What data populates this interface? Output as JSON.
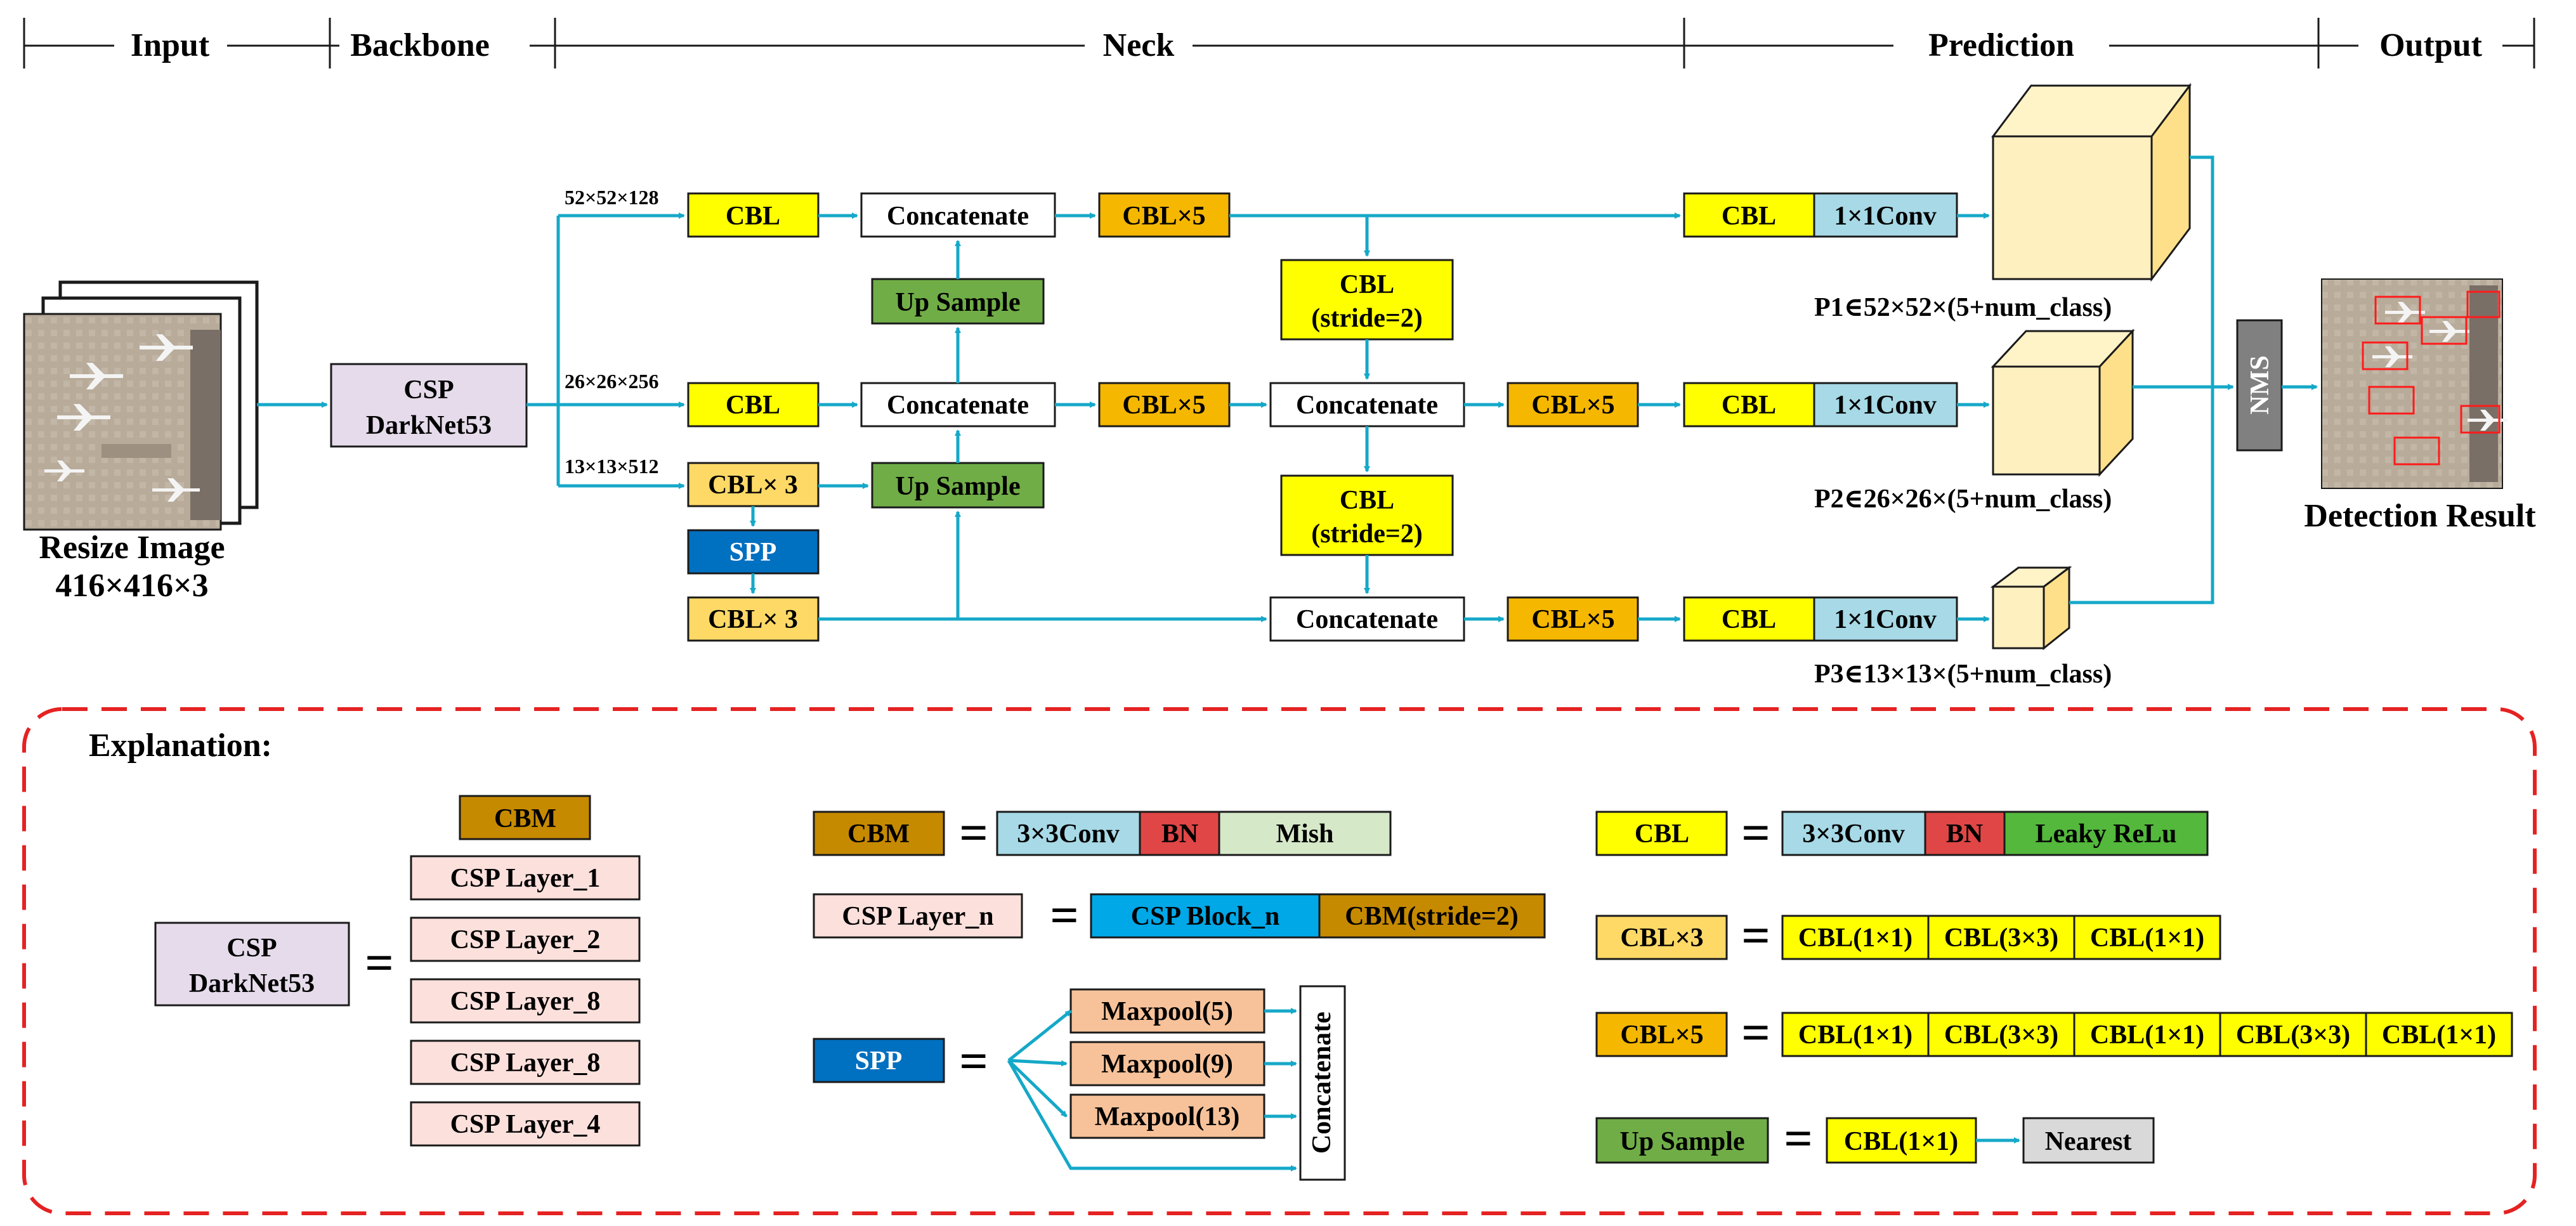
{
  "stages": {
    "input": "Input",
    "backbone": "Backbone",
    "neck": "Neck",
    "prediction": "Prediction",
    "output": "Output"
  },
  "input": {
    "caption_line1": "Resize Image",
    "caption_line2": "416×416×3"
  },
  "backbone": {
    "line1": "CSP",
    "line2": "DarkNet53"
  },
  "feature_dims": {
    "f52": "52×52×128",
    "f26": "26×26×256",
    "f13": "13×13×512"
  },
  "neck": {
    "cbl": "CBL",
    "cbl_x3": "CBL× 3",
    "spp": "SPP",
    "concatenate": "Concatenate",
    "up_sample": "Up Sample",
    "cbl_x5": "CBL×5",
    "cbl_stride_line1": "CBL",
    "cbl_stride_line2": "(stride=2)"
  },
  "prediction": {
    "cbl": "CBL",
    "conv": "1×1Conv",
    "p1": "P1∈52×52×(5+num_class)",
    "p2": "P2∈26×26×(5+num_class)",
    "p3": "P3∈13×13×(5+num_class)"
  },
  "output": {
    "nms": "NMS",
    "result": "Detection Result"
  },
  "explanation": {
    "title": "Explanation:",
    "cbm": "CBM",
    "csp_layers": [
      "CSP Layer_1",
      "CSP Layer_2",
      "CSP Layer_8",
      "CSP Layer_8",
      "CSP Layer_4"
    ],
    "csp_line1": "CSP",
    "csp_line2": "DarkNet53",
    "equals": "=",
    "cbm_def": [
      "3×3Conv",
      "BN",
      "Mish"
    ],
    "csp_layer_n": "CSP Layer_n",
    "csp_layer_def": [
      "CSP Block_n",
      "CBM(stride=2)"
    ],
    "spp": "SPP",
    "maxpools": [
      "Maxpool(5)",
      "Maxpool(9)",
      "Maxpool(13)"
    ],
    "concatenate": "Concatenate",
    "cbl": "CBL",
    "cbl_def": [
      "3×3Conv",
      "BN",
      "Leaky ReLu"
    ],
    "cbl_x3": "CBL×3",
    "cbl_x3_def": [
      "CBL(1×1)",
      "CBL(3×3)",
      "CBL(1×1)"
    ],
    "cbl_x5": "CBL×5",
    "cbl_x5_def": [
      "CBL(1×1)",
      "CBL(3×3)",
      "CBL(1×1)",
      "CBL(3×3)",
      "CBL(1×1)"
    ],
    "up_sample": "Up Sample",
    "up_def": [
      "CBL(1×1)",
      "Nearest"
    ]
  },
  "colors": {
    "connector": "#15a8c8",
    "cbl": "#ffff00",
    "cbl_x3": "#ffd966",
    "cbl_x5": "#f5b700",
    "up_sample": "#70ad47",
    "spp": "#0070c0",
    "backbone": "#e5dbea",
    "cbm": "#c68a00",
    "conv": "#a7d9e6",
    "bn": "#e04646",
    "mish": "#d5e8c8",
    "leaky": "#53b83c",
    "csp_layer": "#fce0dc",
    "maxpool": "#f7c29a",
    "csp_block": "#00a8e8",
    "nms": "#808080",
    "nearest": "#d9d9d9",
    "explanation_border": "#e52222"
  }
}
